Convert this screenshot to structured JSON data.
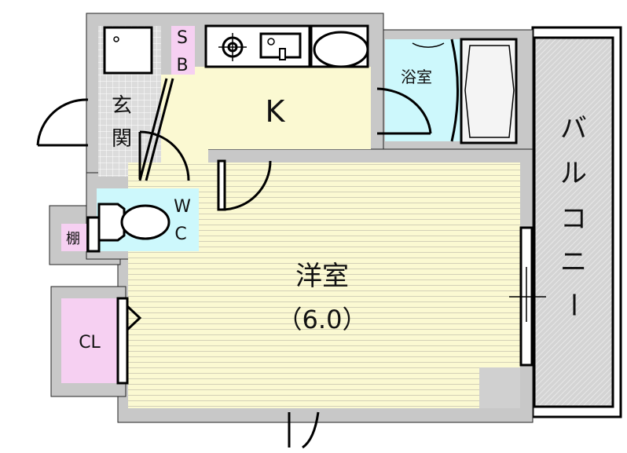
{
  "rooms": {
    "genkan_1": "玄",
    "genkan_2": "関",
    "kitchen": "K",
    "sb_1": "S",
    "sb_2": "B",
    "bath": "浴室",
    "wc_1": "W",
    "wc_2": "C",
    "shelf": "棚",
    "closet": "CL",
    "western_room": "洋室",
    "western_room_size": "（6.0）",
    "balcony": [
      "バ",
      "ル",
      "コ",
      "ニ",
      "ー"
    ]
  },
  "colors": {
    "wall": "#c8c8c8",
    "floor_yellow": "#fbf9d2",
    "wet_cyan": "#cdf8fc",
    "storage_pink": "#f6d0f2",
    "tile_gray": "#d8d8d8"
  }
}
